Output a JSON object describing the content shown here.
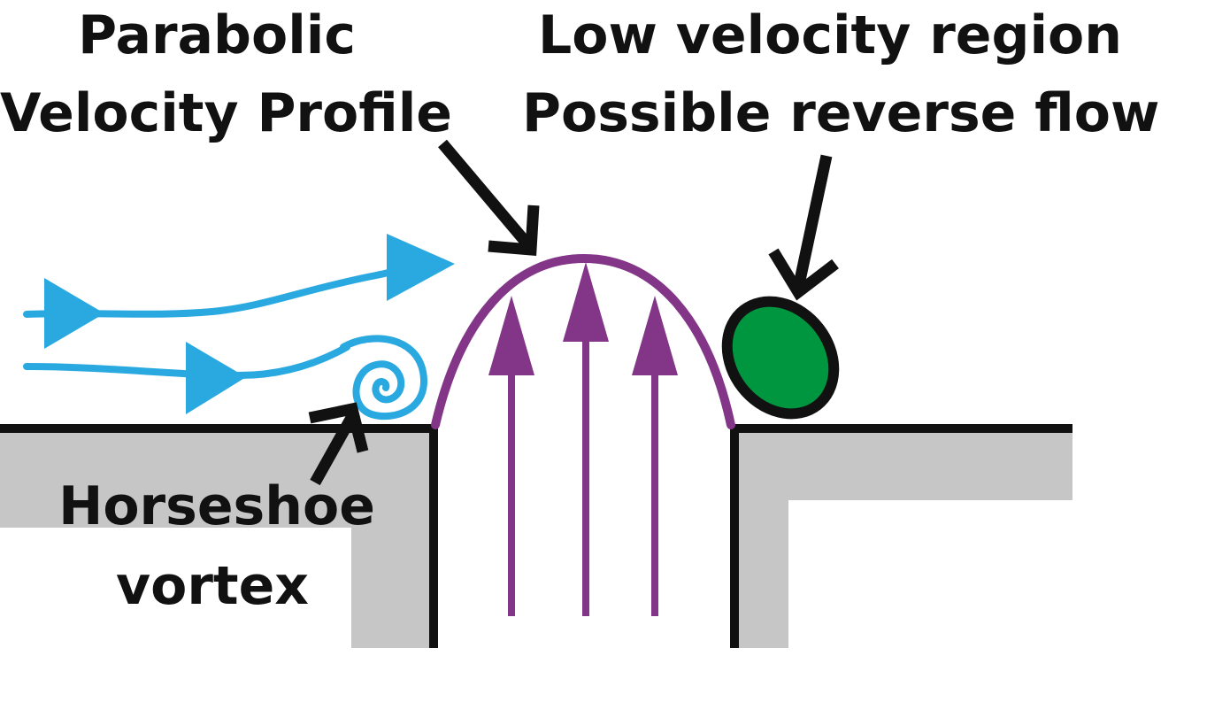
{
  "labels": {
    "parabolic_line1": "Parabolic",
    "parabolic_line2": "Velocity Profile",
    "low_velocity_line1": "Low velocity region",
    "low_velocity_line2": "Possible reverse flow",
    "horseshoe_line1": "Horseshoe",
    "horseshoe_line2": "vortex"
  },
  "colors": {
    "flow_stream": "#2aa8e0",
    "velocity_profile": "#833588",
    "reverse_flow_region": "#00963f",
    "wall": "#111111",
    "wall_fill": "#c6c6c6"
  }
}
